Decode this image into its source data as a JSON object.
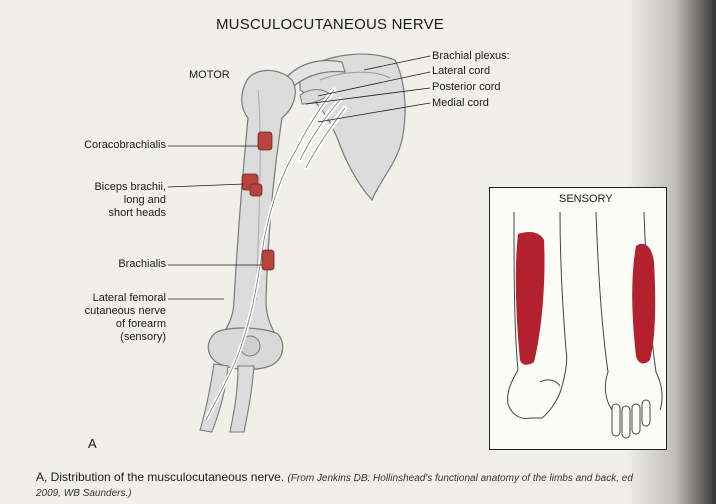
{
  "title": "MUSCULOCUTANEOUS NERVE",
  "sections": {
    "motor": "MOTOR",
    "sensory": "SENSORY"
  },
  "brachial_plexus": {
    "heading": "Brachial plexus:",
    "lateral_cord": "Lateral cord",
    "posterior_cord": "Posterior cord",
    "medial_cord": "Medial cord"
  },
  "muscles": {
    "coracobrachialis": "Coracobrachialis",
    "biceps_line1": "Biceps brachii,",
    "biceps_line2": "long and",
    "biceps_line3": "short heads",
    "brachialis": "Brachialis"
  },
  "sensory_nerve": {
    "line1": "Lateral femoral",
    "line2": "cutaneous nerve",
    "line3": "of forearm",
    "line4": "(sensory)"
  },
  "plate_letter": "A",
  "caption": {
    "main": "A, Distribution of the musculocutaneous nerve.",
    "credit": "(From Jenkins DB: Hollinshead's functional anatomy of the limbs and back, ed",
    "credit_line2": "2009, WB Saunders.)"
  },
  "colors": {
    "muscle": "#b8433f",
    "sensory_area": "#b3202e",
    "bone": "#dcdcdc",
    "bone_outline": "#7a7a7a"
  }
}
